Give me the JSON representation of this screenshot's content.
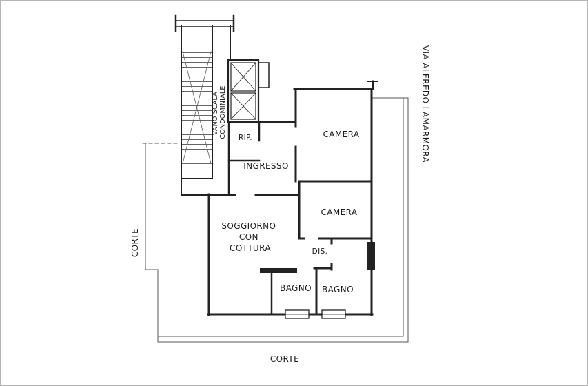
{
  "page": {
    "type": "architectural-floor-plan",
    "background": "#ffffff",
    "wall_color": "#222222",
    "thin_line_color": "#555555"
  },
  "labels": {
    "stairwell_line1": "VANO SCALA",
    "stairwell_line2": "CONDOMINIALE",
    "storage": "RIP.",
    "bedroom1": "CAMERA",
    "entrance": "INGRESSO",
    "bedroom2": "CAMERA",
    "living_line1": "SOGGIORNO",
    "living_line2": "CON",
    "living_line3": "COTTURA",
    "hallway": "DIS.",
    "bathroom1": "BAGNO",
    "bathroom2": "BAGNO",
    "courtyard_left": "CORTE",
    "courtyard_bottom": "CORTE",
    "street": "VIA ALFREDO LAMARMORA"
  }
}
